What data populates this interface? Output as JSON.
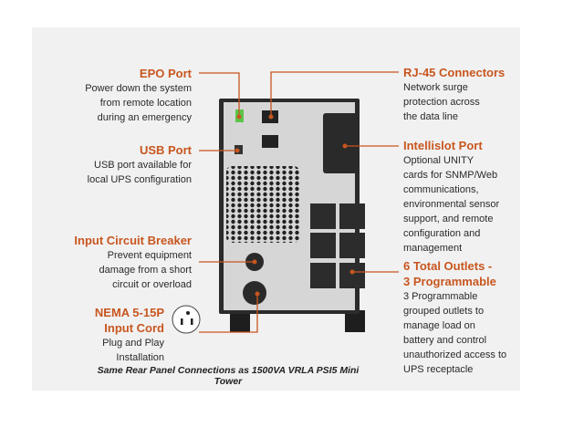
{
  "callouts": {
    "epo": {
      "title": "EPO Port",
      "lines": [
        "Power down the system",
        "from remote location",
        "during an emergency"
      ]
    },
    "usb": {
      "title": "USB Port",
      "lines": [
        "USB port available for",
        "local UPS configuration"
      ]
    },
    "breaker": {
      "title": "Input Circuit Breaker",
      "lines": [
        "Prevent equipment",
        "damage from a short",
        "circuit or overload"
      ]
    },
    "nema": {
      "title": [
        "NEMA 5-15P",
        "Input Cord"
      ],
      "lines": [
        "Plug and Play",
        "Installation"
      ]
    },
    "rj45": {
      "title": "RJ-45 Connectors",
      "lines": [
        "Network surge",
        "protection across",
        "the data line"
      ]
    },
    "intellislot": {
      "title": "Intellislot Port",
      "lines": [
        "Optional UNITY",
        "cards for SNMP/Web",
        "communications,",
        "environmental sensor",
        "support, and remote",
        "configuration and",
        "management"
      ]
    },
    "outlets": {
      "title": [
        "6 Total Outlets -",
        "3 Programmable"
      ],
      "lines": [
        "3 Programmable",
        "grouped outlets to",
        "manage load on",
        "battery and control",
        "unauthorized access to",
        "UPS receptacle"
      ]
    }
  },
  "caption": "Same Rear Panel Connections as 1500VA VRLA PSI5 Mini Tower",
  "colors": {
    "accent": "#c8561f",
    "panel": "#d6d6d6",
    "frame": "#2b2b2b"
  }
}
